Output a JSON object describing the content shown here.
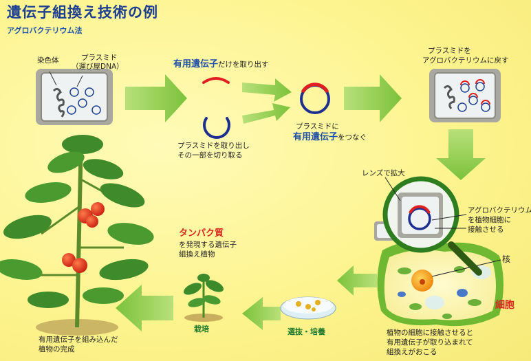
{
  "title": "遺伝子組換え技術の例",
  "subtitle": "アグロバクテリウム法",
  "labels": {
    "chromosome": "染色体",
    "plasmid": "プラスミド",
    "plasmid_paren": "（運び屋DNA）",
    "useful_gene": "有用遺伝子",
    "extract_suffix": "だけを取り出す",
    "cut_line1": "プラスミドを取り出し",
    "cut_line2": "その一部を切り取る",
    "connect_line1": "プラスミドに",
    "connect_gene": "有用遺伝子",
    "connect_suffix": "をつなぐ",
    "return_line1": "プラスミドを",
    "return_line2": "アグロバクテリウムに戻す",
    "lens": "レンズで拡大",
    "contact_line1": "アグロバクテリウム",
    "contact_line2": "を植物細胞に",
    "contact_line3": "接触させる",
    "nucleus": "核",
    "cell": "細胞",
    "result_line1": "植物の細胞に接触させると",
    "result_line2": "有用遺伝子が取り込まれて",
    "result_line3": "組換えがおこる",
    "selection": "選抜・培養",
    "cultivation": "栽培",
    "protein": "タンパク質",
    "protein_line2": "を発現する遺伝子",
    "protein_line3": "組換え植物",
    "complete_line1": "有用遺伝子を組み込んだ",
    "complete_line2": "植物の完成"
  },
  "colors": {
    "background": "#fdf38c",
    "arrow": "#8ccb3c",
    "title": "#1d3f8f",
    "plasmid_blue": "#1d2f8f",
    "gene_red": "#e02020",
    "cell_green": "#7ec43a",
    "lens_frame": "#2e7d1e"
  }
}
